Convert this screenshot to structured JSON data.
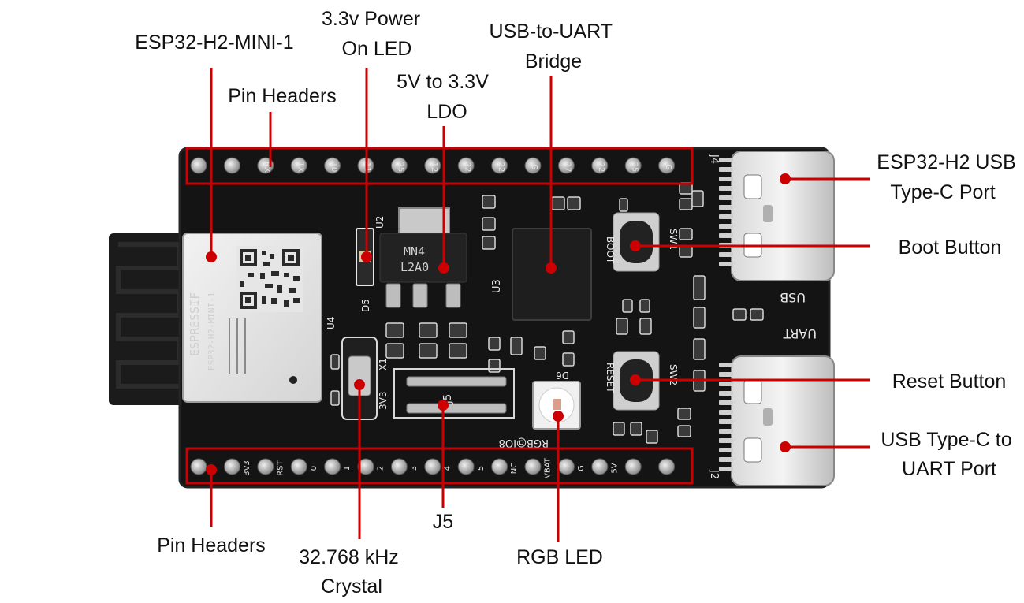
{
  "accent_color": "#cc0000",
  "board": {
    "pin_labels_top": [
      "RX",
      "TX",
      "10",
      "11",
      "25",
      "12",
      "22",
      "22",
      "G",
      "27",
      "22",
      "25",
      "G"
    ],
    "pin_labels_bottom": [
      "3V3",
      "RST",
      "0",
      "1",
      "2",
      "3",
      "4",
      "5",
      "NC",
      "VBAT",
      "G",
      "5V"
    ],
    "silk": {
      "module_brand": "ESPRESSIF",
      "module_name": "ESP32-H2-MINI-1",
      "regulator_top": "MN4",
      "regulator_bottom": "L2A0",
      "boot": "BOOT",
      "reset": "RESET",
      "usb": "USB",
      "uart": "UART",
      "rgb": "RGB@IO8",
      "j5": "J5",
      "j4": "J4",
      "j2": "J2",
      "u2": "U2",
      "u3": "U3",
      "u4": "U4",
      "sw1": "SW1",
      "sw2": "SW2",
      "d5": "D5",
      "x1": "X1",
      "d6": "D6",
      "v3": "3V3"
    }
  },
  "callouts": {
    "module": [
      "ESP32-H2-MINI-1"
    ],
    "power_led": [
      "3.3v Power",
      "On LED"
    ],
    "usb_uart_bridge": [
      "USB-to-UART",
      "Bridge"
    ],
    "pin_headers_top": [
      "Pin Headers"
    ],
    "ldo": [
      "5V to 3.3V",
      "LDO"
    ],
    "usb_port": [
      "ESP32-H2 USB",
      "Type-C Port"
    ],
    "boot_button": [
      "Boot Button"
    ],
    "reset_button": [
      "Reset Button"
    ],
    "uart_port": [
      "USB Type-C to",
      "UART Port"
    ],
    "pin_headers_bottom": [
      "Pin Headers"
    ],
    "crystal": [
      "32.768 kHz",
      "Crystal"
    ],
    "j5": [
      "J5"
    ],
    "rgb_led": [
      "RGB LED"
    ]
  }
}
